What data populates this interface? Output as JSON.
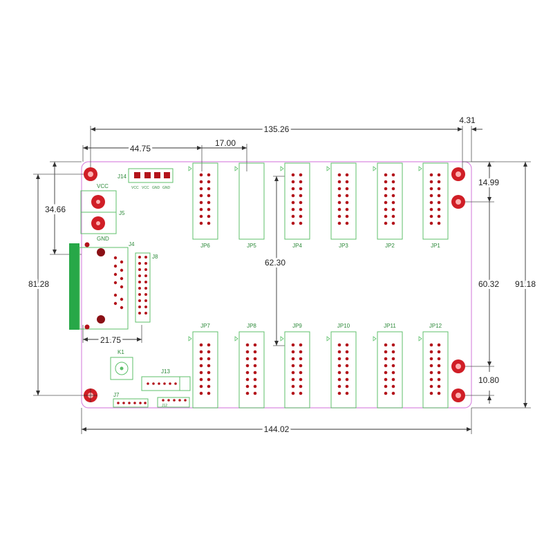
{
  "dimensions": {
    "total_width": "144.02",
    "hole_span": "135.26",
    "edge_offset": "4.31",
    "left_section": "44.75",
    "slot_width": "17.00",
    "left_height": "34.66",
    "left_total_height": "81.28",
    "connector_pitch": "62.30",
    "right_upper": "14.99",
    "right_mid": "60.32",
    "right_lower": "10.80",
    "total_height": "91.18",
    "rj45_width": "21.75"
  },
  "labels": {
    "top_headers": [
      "JP6",
      "JP5",
      "JP4",
      "JP3",
      "JP2",
      "JP1"
    ],
    "bottom_headers": [
      "JP7",
      "JP8",
      "JP9",
      "JP10",
      "JP11",
      "JP12"
    ],
    "j14": "J14",
    "j14_pins": [
      "VCC",
      "VCC",
      "GND",
      "GND"
    ],
    "vcc": "VCC",
    "gnd": "GND",
    "j5": "J5",
    "j4": "J4",
    "j8": "J8",
    "k1": "K1",
    "j13": "J13",
    "j7": "J7",
    "j12": "J12"
  },
  "colors": {
    "outline": "#d98be0",
    "silkscreen": "#5cbf6a",
    "pad": "#b3131b",
    "green_bar": "#27a848"
  }
}
